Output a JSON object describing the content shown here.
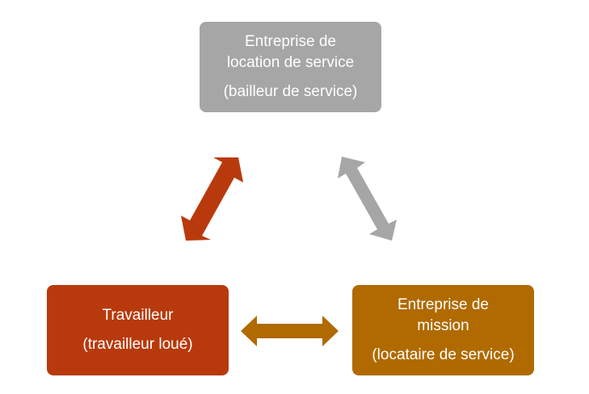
{
  "diagram": {
    "nodes": {
      "top": {
        "name_line1": "Entreprise de",
        "name_line2": "location de service",
        "role": "(bailleur de service)",
        "color": "#a6a6a6"
      },
      "left": {
        "name_line1": "Travailleur",
        "name_line2": "",
        "role": "(travailleur loué)",
        "color": "#b83a0c"
      },
      "right": {
        "name_line1": "Entreprise de",
        "name_line2": "mission",
        "role": "(locataire de service)",
        "color": "#b06a00"
      }
    },
    "arrows": {
      "left_top": {
        "type": "double-arrow",
        "color": "#b83a0c"
      },
      "top_right": {
        "type": "double-arrow",
        "color": "#a6a6a6"
      },
      "left_right": {
        "type": "double-arrow",
        "color": "#b06a00"
      }
    }
  }
}
